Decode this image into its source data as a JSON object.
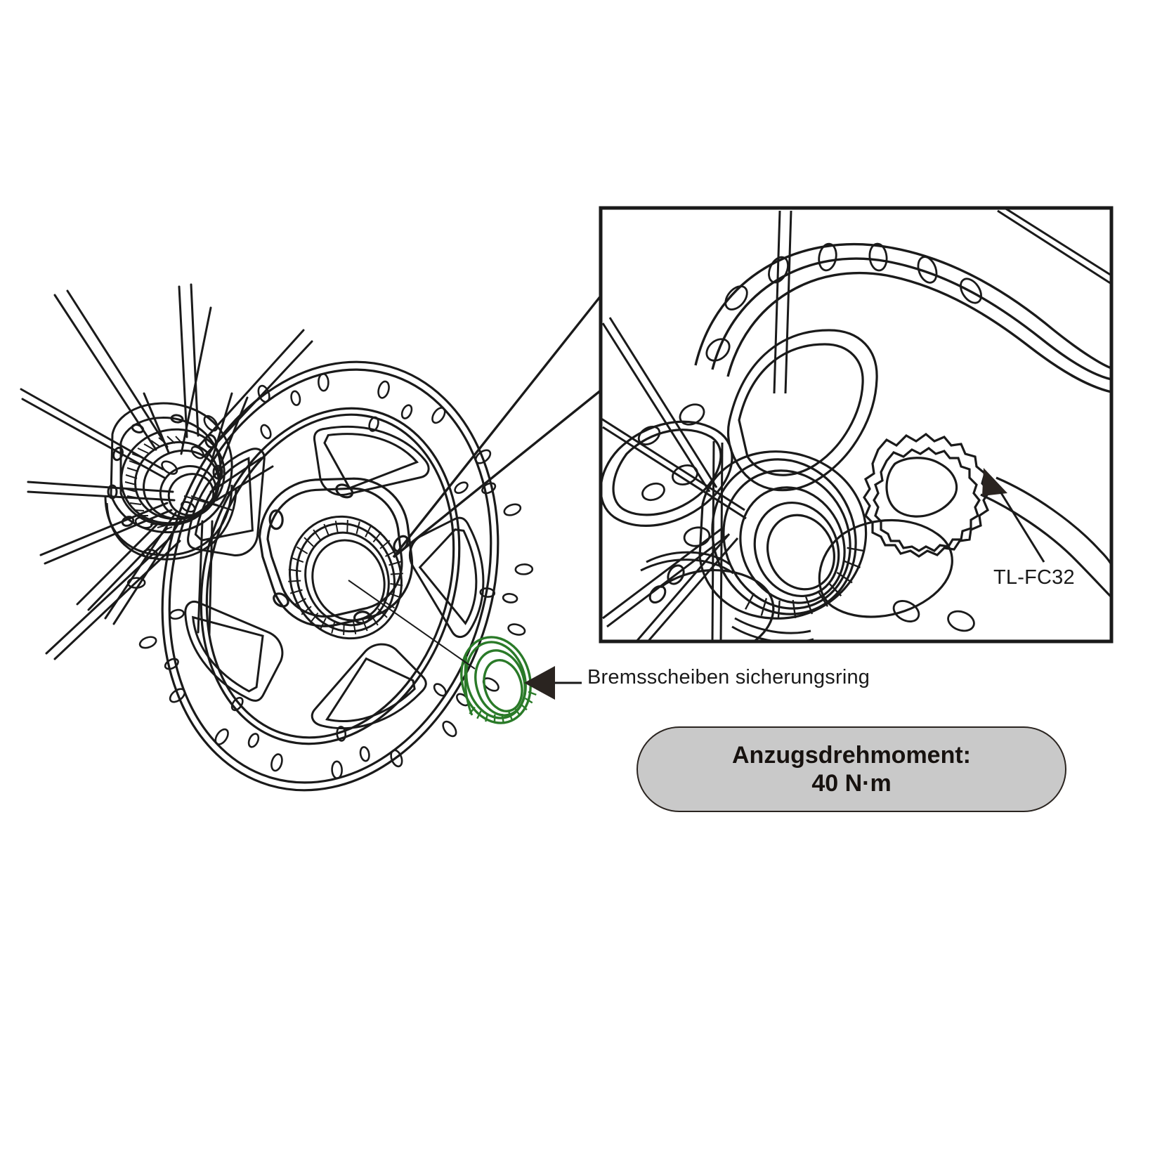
{
  "figure": {
    "kind": "exploded-assembly-diagram",
    "subject": "bicycle disc brake rotor center-lock lock ring installation",
    "background_color": "#ffffff",
    "line_color": "#1a1a1a",
    "highlight_color": "#2a7a28"
  },
  "callouts": {
    "lock_ring": {
      "label": "Bremsscheiben sicherungsring",
      "arrow": "left-pointing-triangle",
      "leader": "horizontal-line"
    },
    "tool": {
      "label": "TL-FC32",
      "arrow": "up-left-pointing-triangle",
      "leader": "diagonal-line"
    }
  },
  "torque_spec": {
    "title": "Anzugsdrehmoment:",
    "value": "40 N·m",
    "fill_color": "#c9c9c9",
    "border_color": "#2a2420"
  },
  "inset": {
    "name": "magnified-detail-view",
    "border_color": "#1a1a1a",
    "contents": "rotor arm, hub lock ring and TL-FC32 tool engaged"
  },
  "parts": {
    "wheel_hub": "center-lock hub with splines and spoke flange",
    "spokes": "radial wheel spokes",
    "rotor": "vented disc brake rotor with spider arms and cooling slots",
    "lock_ring": "center-lock rotor lock ring (highlighted green)",
    "tool": "TL-FC32 bottom bracket / lock ring tool"
  }
}
